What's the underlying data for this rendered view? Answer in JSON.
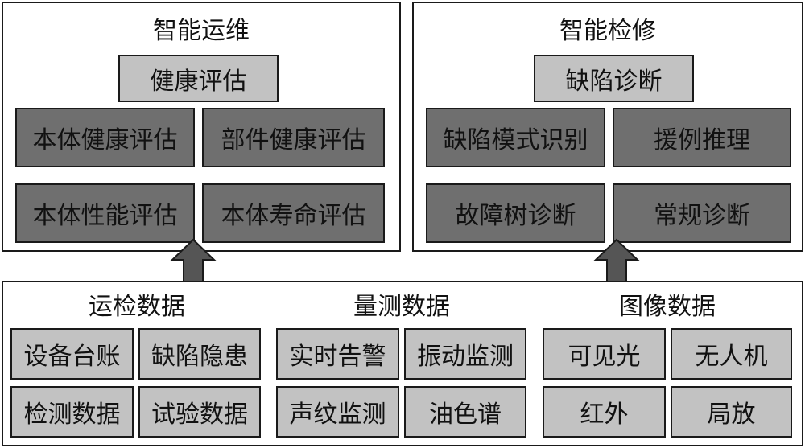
{
  "ops_panel": {
    "title": "智能运维",
    "header_box": "健康评估",
    "items": [
      "本体健康评估",
      "部件健康评估",
      "本体性能评估",
      "本体寿命评估"
    ]
  },
  "maint_panel": {
    "title": "智能检修",
    "header_box": "缺陷诊断",
    "items": [
      "缺陷模式识别",
      "援例推理",
      "故障树诊断",
      "常规诊断"
    ]
  },
  "data_panel": {
    "groups": [
      {
        "title": "运检数据",
        "items": [
          "设备台账",
          "缺陷隐患",
          "检测数据",
          "试验数据"
        ]
      },
      {
        "title": "量测数据",
        "items": [
          "实时告警",
          "振动监测",
          "声纹监测",
          "油色谱"
        ]
      },
      {
        "title": "图像数据",
        "items": [
          "可见光",
          "无人机",
          "红外",
          "局放"
        ]
      }
    ]
  },
  "colors": {
    "light_box": "#c2c2c2",
    "dark_box": "#6f6f6f",
    "arrow": "#555555",
    "border": "#1a1a1a"
  }
}
